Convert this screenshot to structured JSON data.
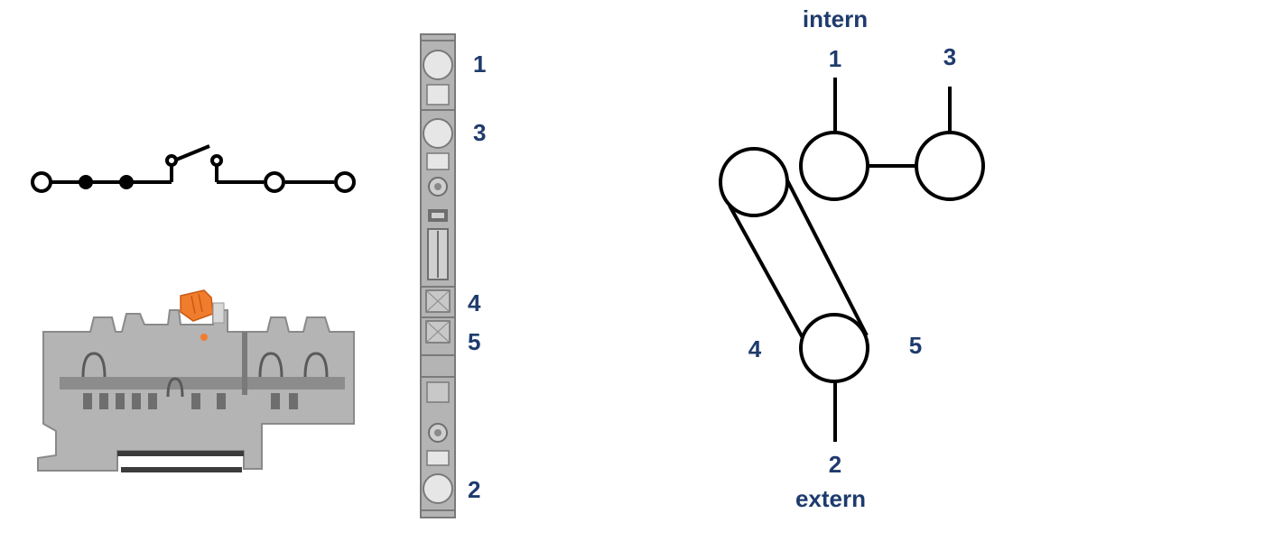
{
  "colors": {
    "label": "#1f3b6e",
    "terminal_body": "#b4b4b4",
    "terminal_dark": "#6e6e6e",
    "lever": "#f07d2d",
    "line": "#000000"
  },
  "strip_labels": [
    "1",
    "3",
    "4",
    "5",
    "2"
  ],
  "schematic": {
    "top_label": "intern",
    "bottom_label": "extern",
    "nodes": [
      "1",
      "3",
      "4",
      "5",
      "2"
    ]
  }
}
